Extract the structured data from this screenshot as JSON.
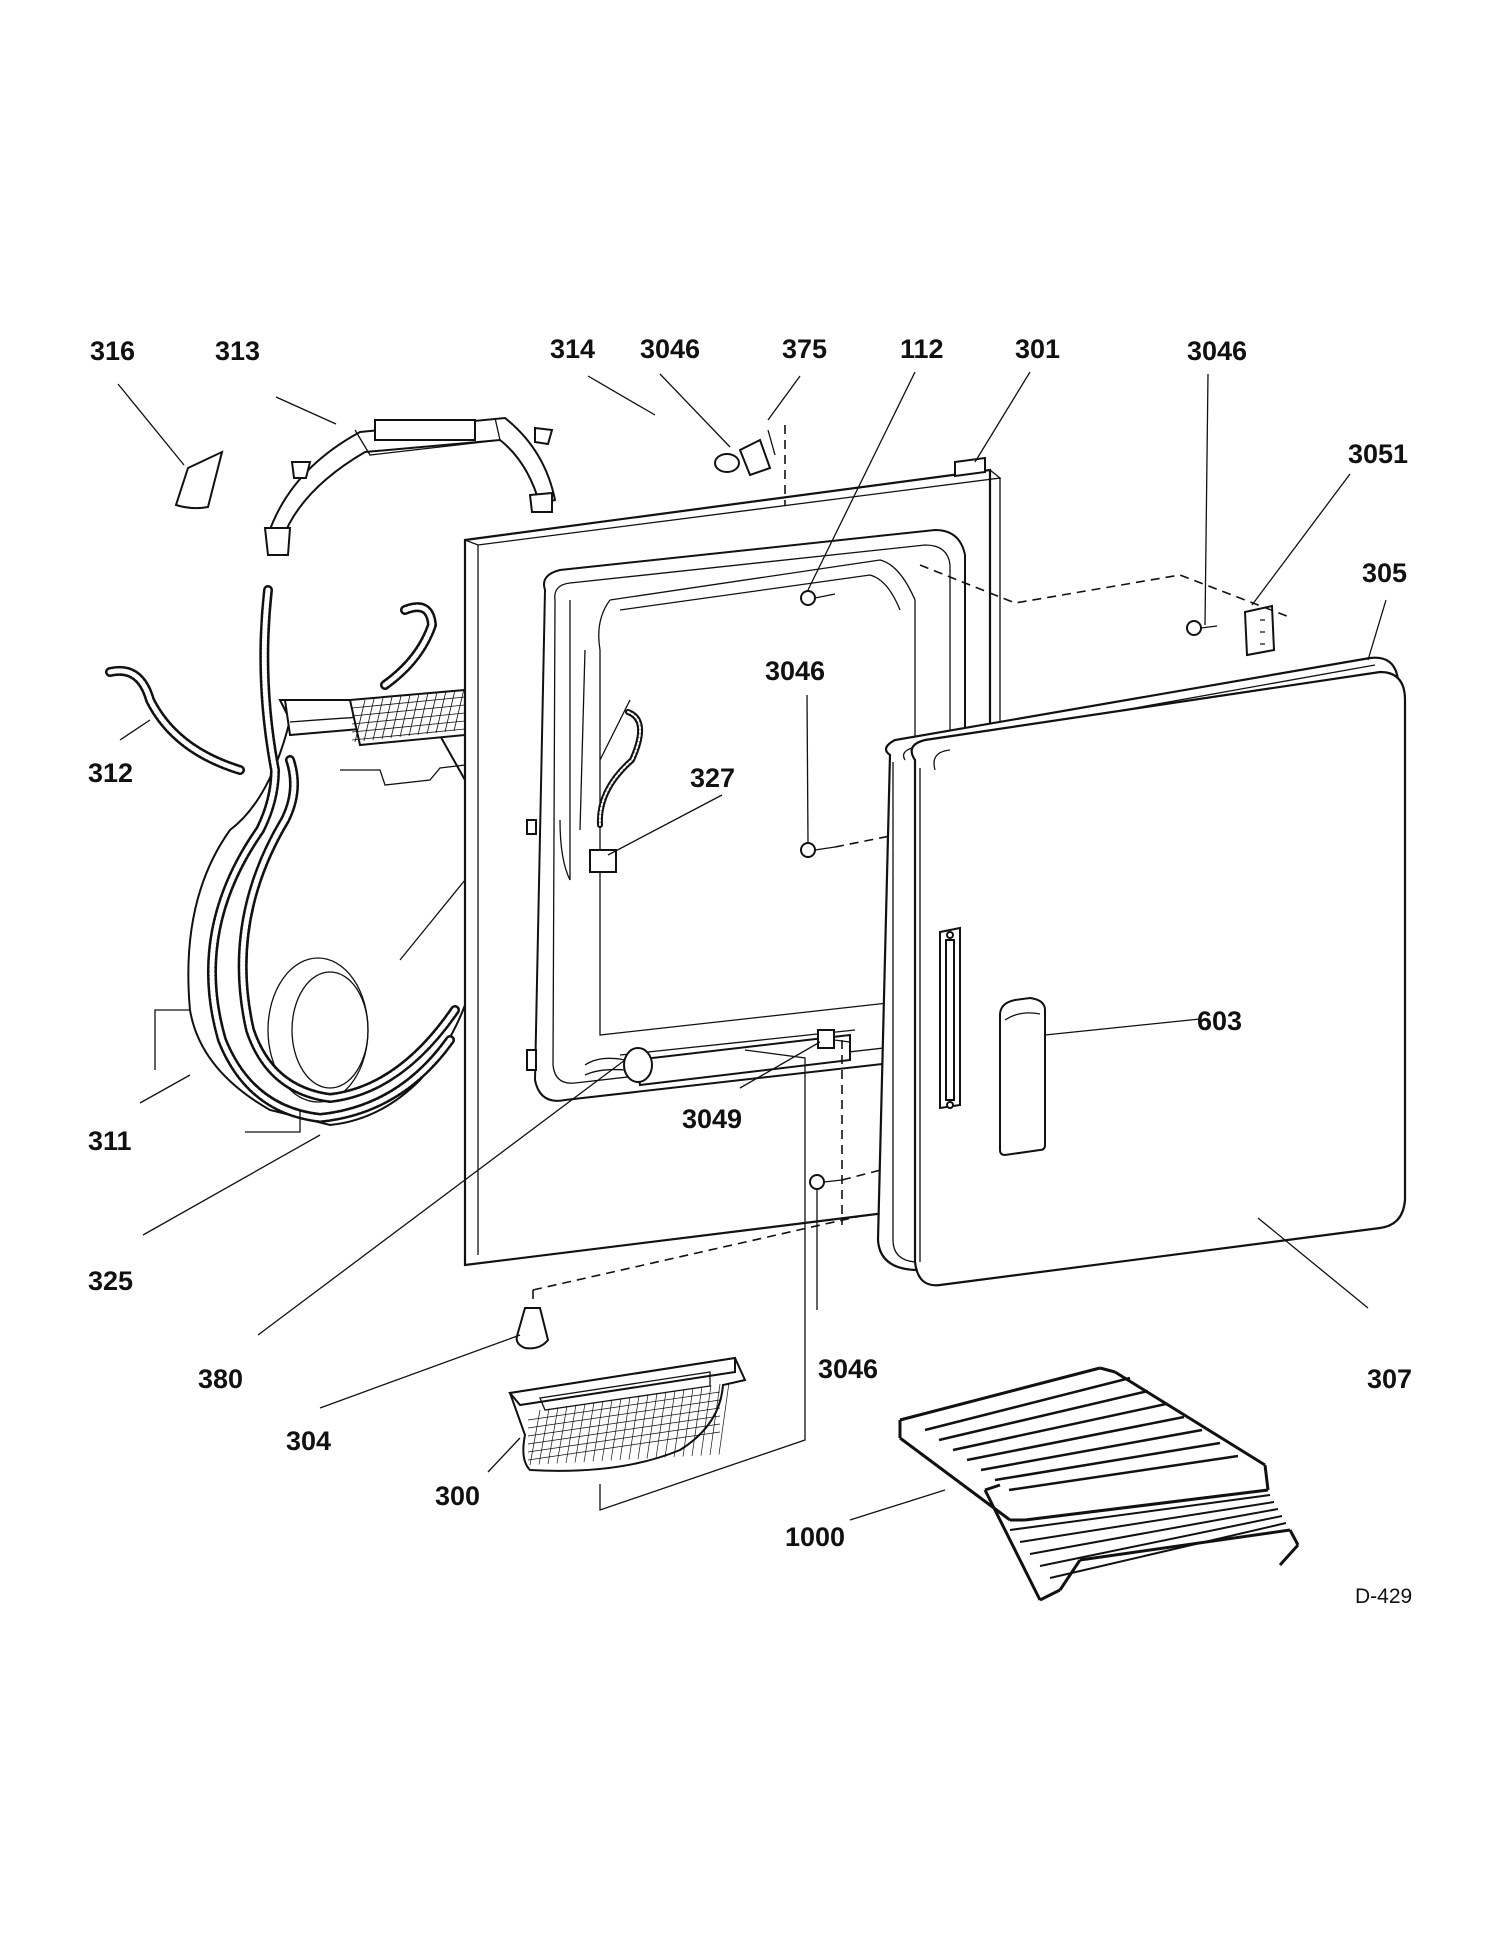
{
  "diagram_code": "D-429",
  "callouts": [
    {
      "id": "c316",
      "text": "316"
    },
    {
      "id": "c313",
      "text": "313"
    },
    {
      "id": "c314",
      "text": "314"
    },
    {
      "id": "c3046a",
      "text": "3046"
    },
    {
      "id": "c375",
      "text": "375"
    },
    {
      "id": "c112",
      "text": "112"
    },
    {
      "id": "c301",
      "text": "301"
    },
    {
      "id": "c3046b",
      "text": "3046"
    },
    {
      "id": "c3051",
      "text": "3051"
    },
    {
      "id": "c305",
      "text": "305"
    },
    {
      "id": "c3046c",
      "text": "3046"
    },
    {
      "id": "c327",
      "text": "327"
    },
    {
      "id": "c312",
      "text": "312"
    },
    {
      "id": "c603",
      "text": "603"
    },
    {
      "id": "c3049",
      "text": "3049"
    },
    {
      "id": "c311",
      "text": "311"
    },
    {
      "id": "c325",
      "text": "325"
    },
    {
      "id": "c380",
      "text": "380"
    },
    {
      "id": "c3046d",
      "text": "3046"
    },
    {
      "id": "c307",
      "text": "307"
    },
    {
      "id": "c304",
      "text": "304"
    },
    {
      "id": "c300",
      "text": "300"
    },
    {
      "id": "c1000",
      "text": "1000"
    }
  ]
}
